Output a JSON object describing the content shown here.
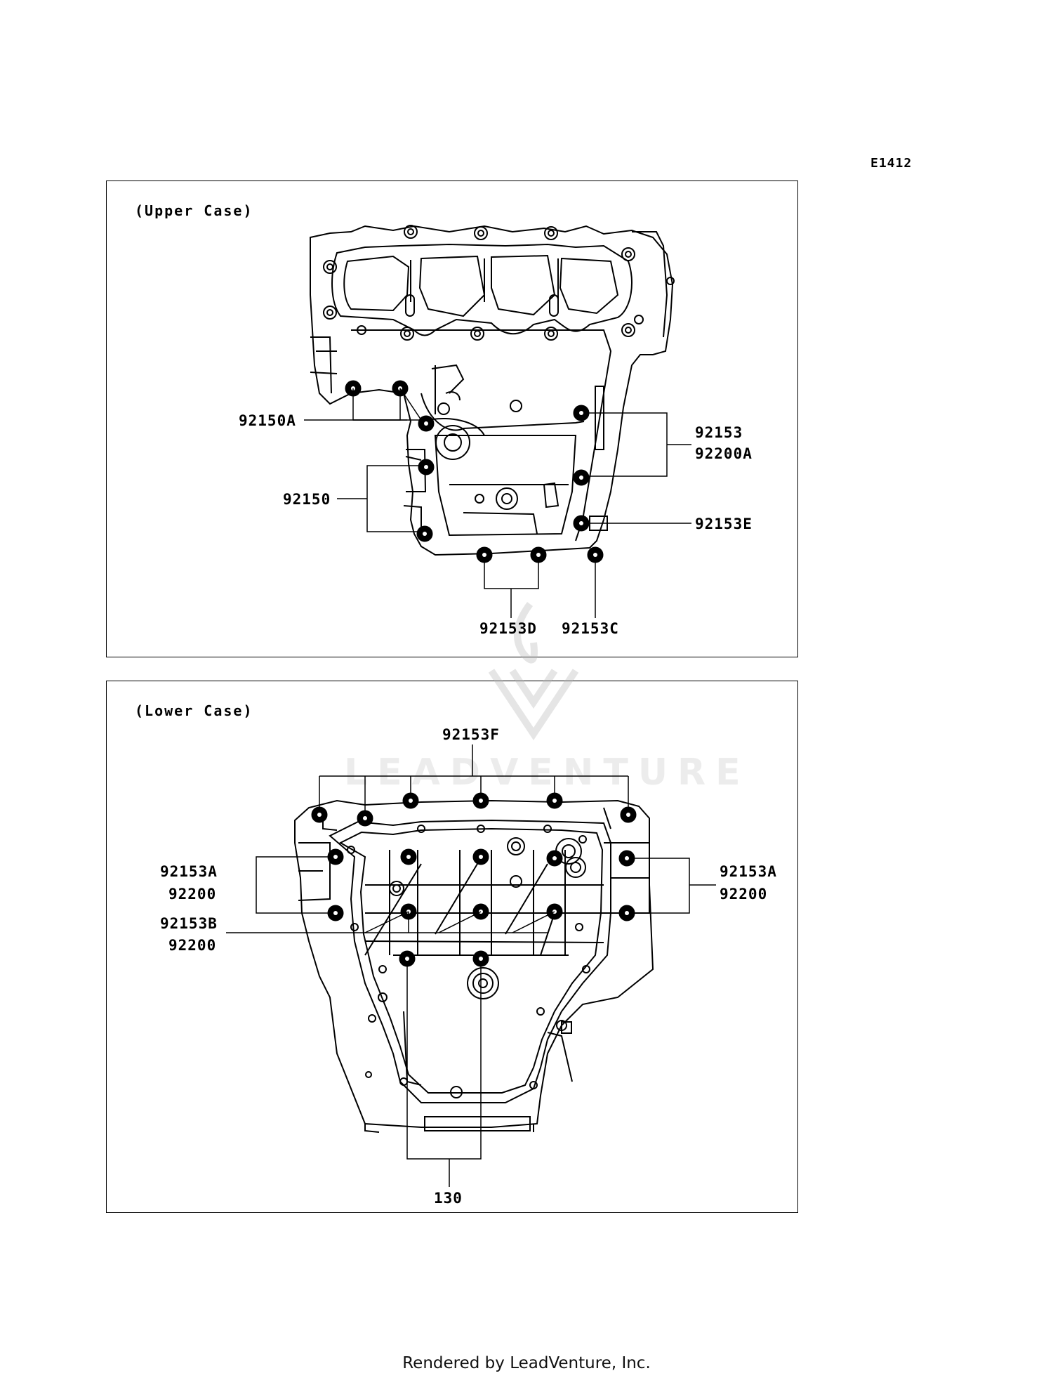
{
  "diagram_code": "E1412",
  "watermark": "LEADVENTURE",
  "footer": "Rendered by LeadVenture, Inc.",
  "upper_panel": {
    "title": "(Upper Case)",
    "labels": {
      "l92150A": "92150A",
      "l92150": "92150",
      "l92153": "92153",
      "l92200A": "92200A",
      "l92153E": "92153E",
      "l92153D": "92153D",
      "l92153C": "92153C"
    }
  },
  "lower_panel": {
    "title": "(Lower Case)",
    "labels": {
      "l92153F": "92153F",
      "l92153A_left": "92153A",
      "l92200_left": "92200",
      "l92153B": "92153B",
      "l92200_b": "92200",
      "l92153A_right": "92153A",
      "l92200_right": "92200",
      "l130": "130"
    }
  }
}
